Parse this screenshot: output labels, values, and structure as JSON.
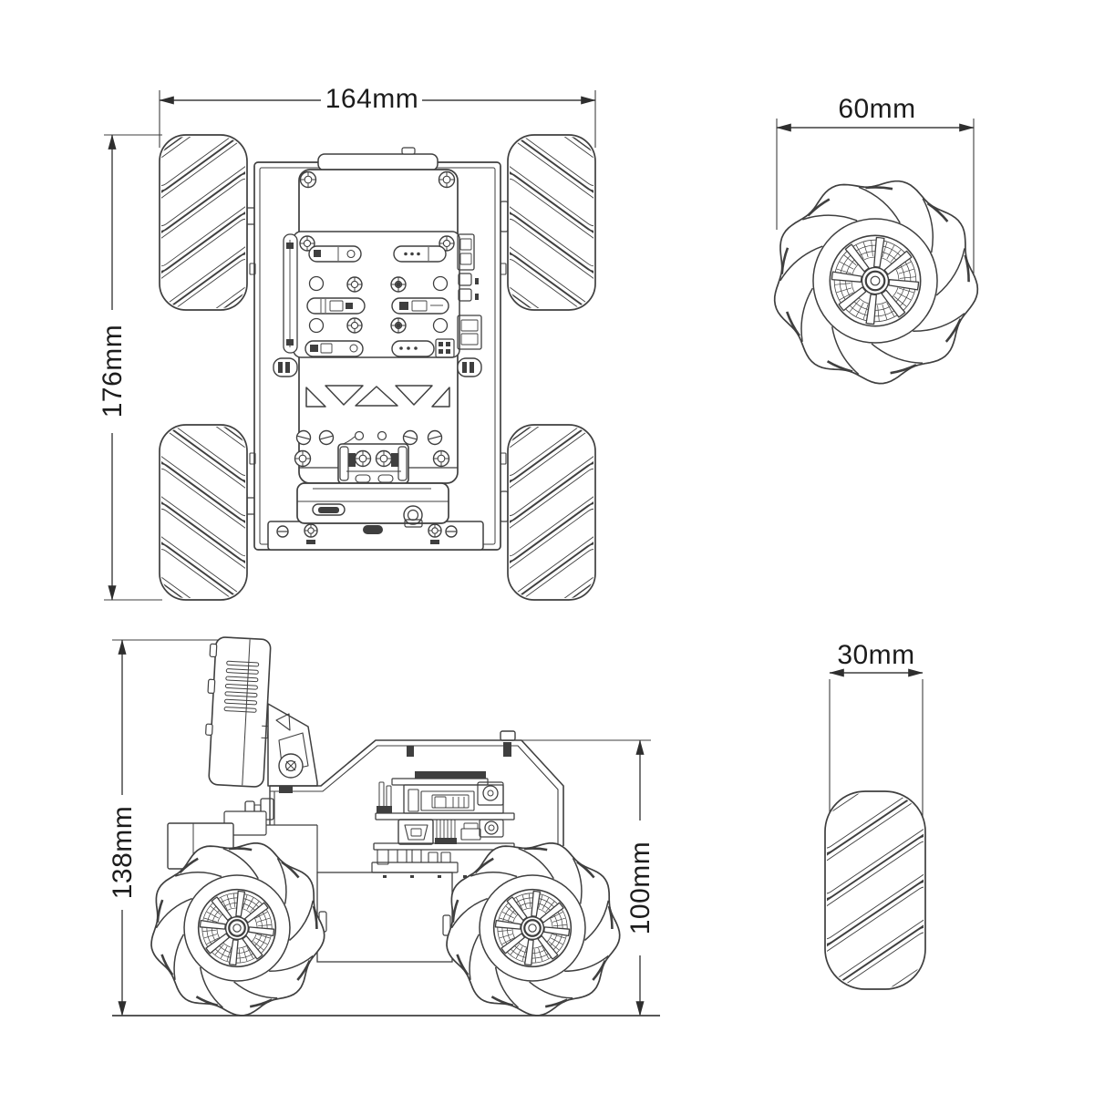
{
  "page": {
    "background": "#ffffff",
    "line_color": "#3f3f3f",
    "text_color": "#1c1c1c"
  },
  "drawing": {
    "kind": "technical dimension drawing",
    "subject": "mecanum wheel robot car",
    "views": [
      "top view",
      "wheel front view",
      "side view",
      "wheel side profile"
    ]
  },
  "dimensions": {
    "top_view_width": "164mm",
    "top_view_length": "176mm",
    "wheel_diameter": "60mm",
    "side_view_height": "138mm",
    "side_view_body_height": "100mm",
    "wheel_width": "30mm"
  }
}
